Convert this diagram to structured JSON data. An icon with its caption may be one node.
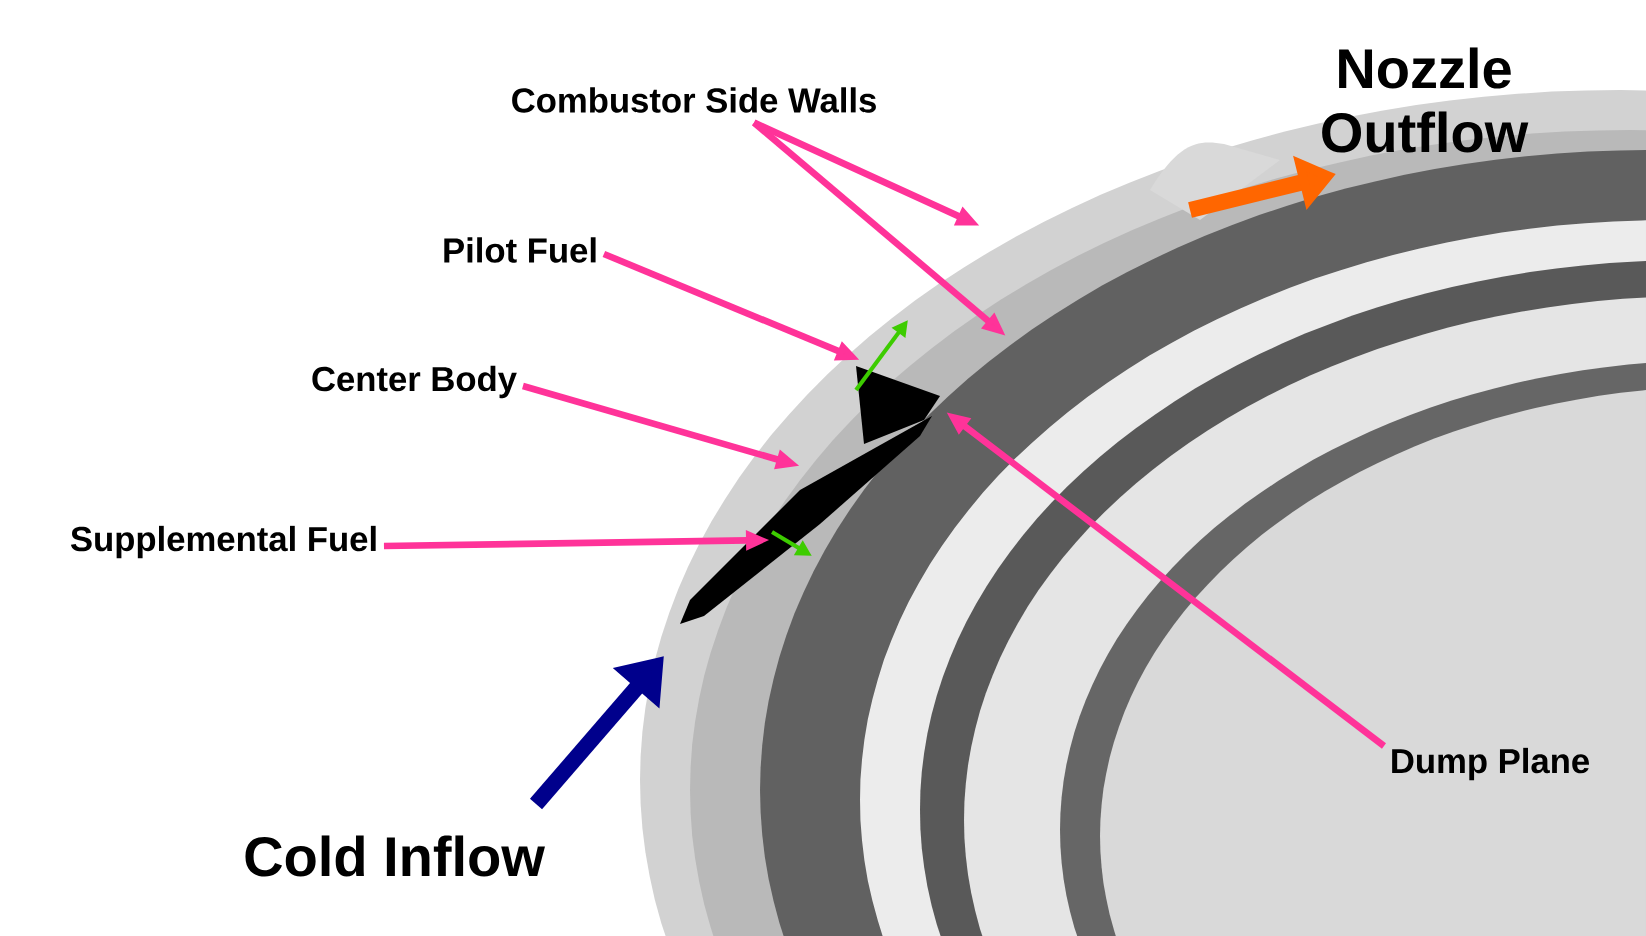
{
  "diagram": {
    "nodes": [
      {
        "text": [
          "Combustor Side Walls"
        ]
      },
      {
        "text": [
          "Pilot Fuel"
        ]
      },
      {
        "text": [
          "Center Body"
        ]
      },
      {
        "text": [
          "Supplemental Fuel"
        ]
      },
      {
        "text": [
          "Dump Plane"
        ]
      },
      {
        "text": [],
        "shape": "picture"
      },
      {
        "text": [],
        "shape": "picture"
      }
    ],
    "edges": [
      {
        "from": 0,
        "to": null,
        "arrow": "to"
      },
      {
        "from": 0,
        "to": null,
        "arrow": "to"
      },
      {
        "from": 1,
        "to": 5,
        "arrow": "to"
      },
      {
        "from": 2,
        "to": 6,
        "arrow": "to"
      },
      {
        "from": 3,
        "to": 6,
        "arrow": "to"
      },
      {
        "from": 4,
        "to": 5,
        "arrow": "to"
      }
    ],
    "labels": [
      "Nozzle Outflow",
      "Cold Inflow"
    ]
  }
}
